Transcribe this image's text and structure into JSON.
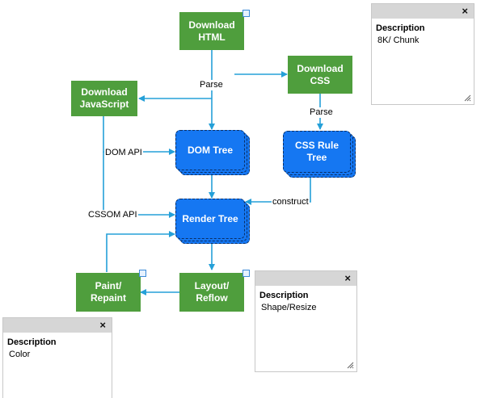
{
  "nodes": {
    "download_html": "Download\nHTML",
    "download_css": "Download\nCSS",
    "download_js": "Download\nJavaScript",
    "dom_tree": "DOM Tree",
    "css_rule_tree": "CSS Rule\nTree",
    "render_tree": "Render Tree",
    "layout_reflow": "Layout/\nReflow",
    "paint_repaint": "Paint/\nRepaint"
  },
  "edges": {
    "parse_html": "Parse",
    "parse_css": "Parse",
    "dom_api": "DOM API",
    "cssom_api": "CSSOM API",
    "construct": "construct"
  },
  "panels": {
    "top_right": {
      "title": "Description",
      "value": "8K/ Chunk"
    },
    "middle": {
      "title": "Description",
      "value": "Shape/Resize"
    },
    "bottom_left": {
      "title": "Description",
      "value": "Color"
    }
  },
  "icons": {
    "close": "×"
  },
  "colors": {
    "green_node": "#4f9e3d",
    "blue_node": "#1577f2",
    "connector": "#25a0d8"
  }
}
